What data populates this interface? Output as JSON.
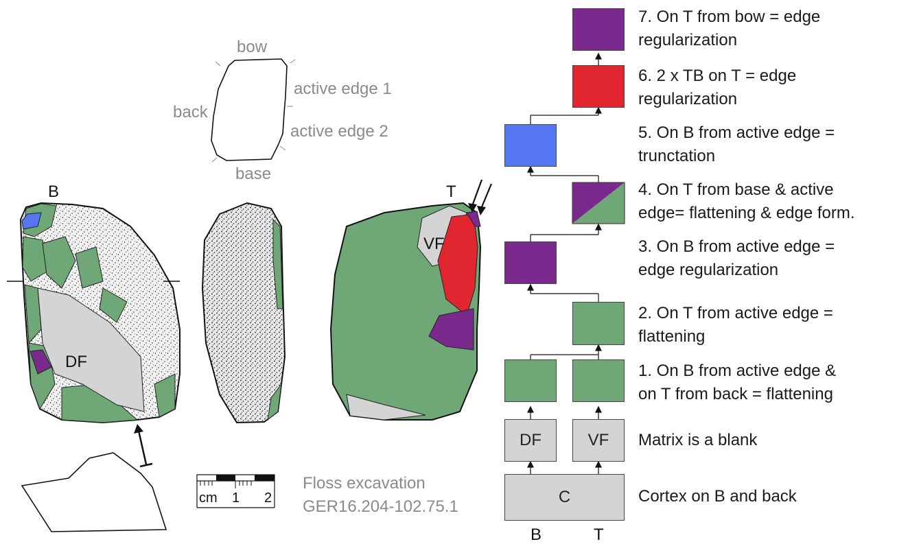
{
  "colors": {
    "green": "#6fa876",
    "purple": "#7a2a8c",
    "red": "#e2262f",
    "blue": "#5578f2",
    "grey": "#d4d4d4",
    "text_grey": "#8a8a8a"
  },
  "orientation_sketch": {
    "bow": "bow",
    "back": "back",
    "active_edge_1": "active edge 1",
    "active_edge_2": "active edge 2",
    "base": "base"
  },
  "views": {
    "b_label": "B",
    "t_label": "T",
    "df_label": "DF",
    "vf_label": "VF"
  },
  "scale_bar": {
    "unit": "cm",
    "tick_1": "1",
    "tick_2": "2"
  },
  "caption": {
    "line1": "Floss excavation",
    "line2": "GER16.204-102.75.1"
  },
  "flow": {
    "cortex_box": "C",
    "df_box": "DF",
    "vf_box": "VF",
    "bottom_b": "B",
    "bottom_t": "T",
    "steps": [
      {
        "line1": "7. On T from bow = edge",
        "line2": "regularization"
      },
      {
        "line1": "6. 2 x TB on T = edge",
        "line2": "regularization"
      },
      {
        "line1": "5. On B from active edge =",
        "line2": "trunctation"
      },
      {
        "line1": "4. On T from base & active",
        "line2": "edge= flattening & edge form."
      },
      {
        "line1": "3. On B from active edge =",
        "line2": "edge regularization"
      },
      {
        "line1": "2. On T from active edge =",
        "line2": "flattening"
      },
      {
        "line1": "1. On B from active edge &",
        "line2": "on T from back = flattening"
      },
      {
        "line1": "Matrix is a blank",
        "line2": ""
      },
      {
        "line1": "Cortex on B and back",
        "line2": ""
      }
    ]
  }
}
